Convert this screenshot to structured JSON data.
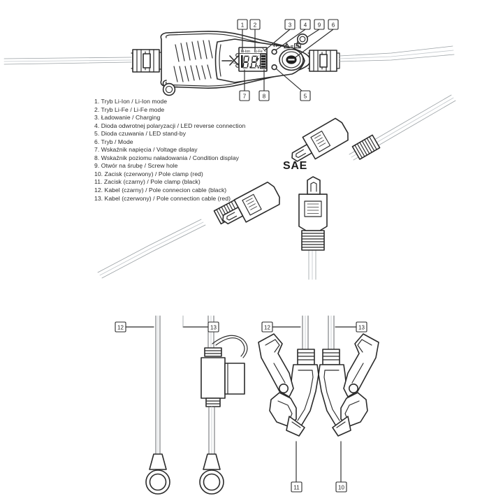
{
  "document": {
    "type": "technical-parts-diagram",
    "subject": "Battery charger / maintainer with accessories",
    "background_color": "#ffffff",
    "line_color": "#2b2b2b"
  },
  "legend": {
    "items": [
      "1. Tryb Li-Ion / Li-Ion mode",
      "2. Tryb Li-Fe / Li-Fe mode",
      "3. Ładowanie / Charging",
      "4. Dioda odwrotnej polaryzacji / LED reverse connection",
      "5. Dioda czuwania / LED stand-by",
      "6. Tryb / Mode",
      "7. Wskaźnik napięcia / Voltage display",
      "8. Wskaźnik poziomu naładowania / Condition display",
      "9. Otwór na śrubę / Screw hole",
      "10. Zacisk (czerwony) / Pole clamp (red)",
      "11. Zacisk (czarny) / Pole clamp (black)",
      "12. Kabel (czarny) / Pole connecion cable (black)",
      "13. Kabel (czerwony) / Pole connection cable (red)"
    ]
  },
  "device": {
    "lcd": {
      "mode_left": "Li-Ion",
      "mode_right": "Li-Fe",
      "digits": "8.8",
      "unit": "V",
      "bolt_icon": "lightning-bolt-icon",
      "battery_bars": 5
    },
    "panel_icons": {
      "charging": "charging-arc-icon",
      "warning": "warning-triangle-icon",
      "battery": "battery-icon"
    },
    "leds": {
      "upper": "led-charging",
      "lower": "led-standby"
    },
    "mode_button_label": "mode-button"
  },
  "callouts": {
    "device_top": [
      "1",
      "2",
      "3",
      "4",
      "9",
      "6"
    ],
    "device_bottom": [
      "7",
      "8",
      "5"
    ],
    "cables_left": [
      "12",
      "13"
    ],
    "clamps_top": [
      "12",
      "13"
    ],
    "clamps_bottom": [
      "11",
      "10"
    ]
  },
  "connectors": {
    "sae_label": "SAE"
  }
}
